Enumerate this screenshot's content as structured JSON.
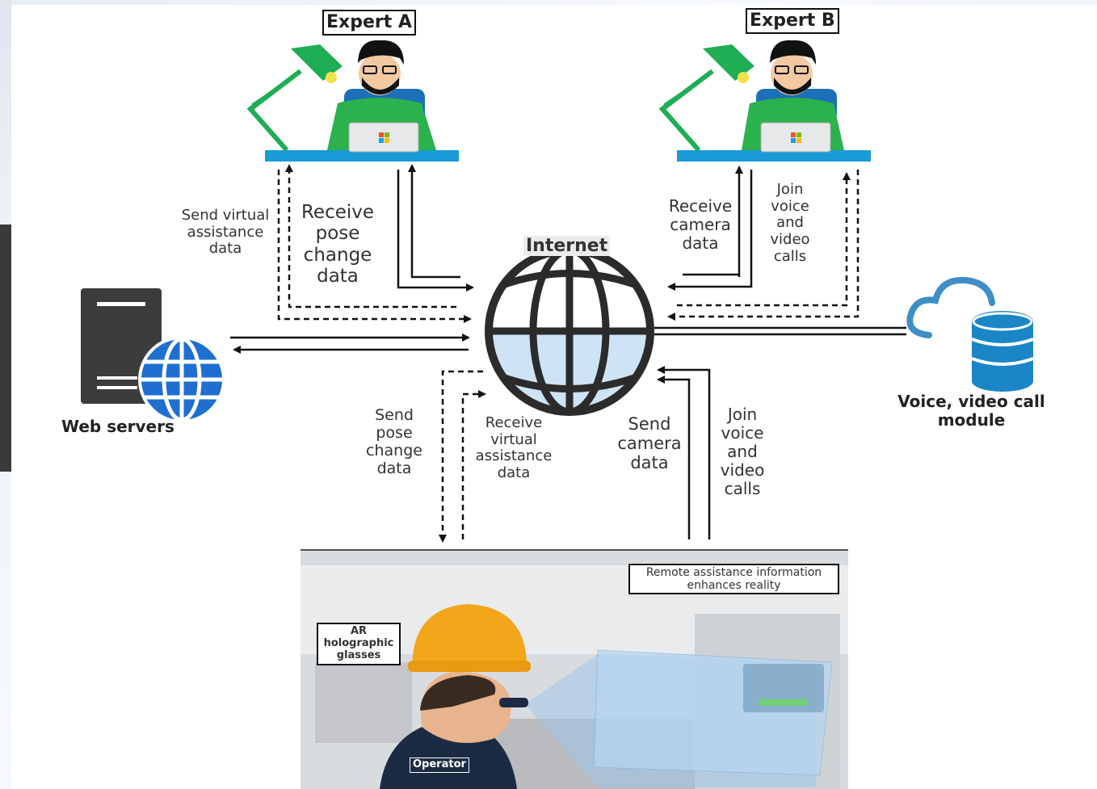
{
  "nodes": {
    "expert_a": "Expert A",
    "expert_b": "Expert B",
    "internet": "Internet",
    "web_servers": "Web servers",
    "voice_module": "Voice, video call module"
  },
  "edges": {
    "send_virtual_assistance_top": "Send virtual assistance data",
    "receive_pose_change": "Receive pose change data",
    "receive_camera": "Receive camera data",
    "join_voice_top": "Join voice and video calls",
    "send_pose_change": "Send pose change data",
    "receive_virtual_assistance": "Receive virtual assistance data",
    "send_camera": "Send camera data",
    "join_voice_bottom": "Join voice and video calls"
  },
  "scene": {
    "remote_info": "Remote assistance information enhances reality",
    "ar_glasses": "AR holographic glasses",
    "operator": "Operator"
  },
  "colors": {
    "globe": "#2b2b2b",
    "globe_fill": "#cfe3f6",
    "server": "#3c3c3c",
    "server_globe": "#1f6fd0",
    "expert_green": "#2bb24c",
    "desk_blue": "#1a9ad6",
    "lamp_green": "#1fae55",
    "helmet": "#f2a61a"
  }
}
